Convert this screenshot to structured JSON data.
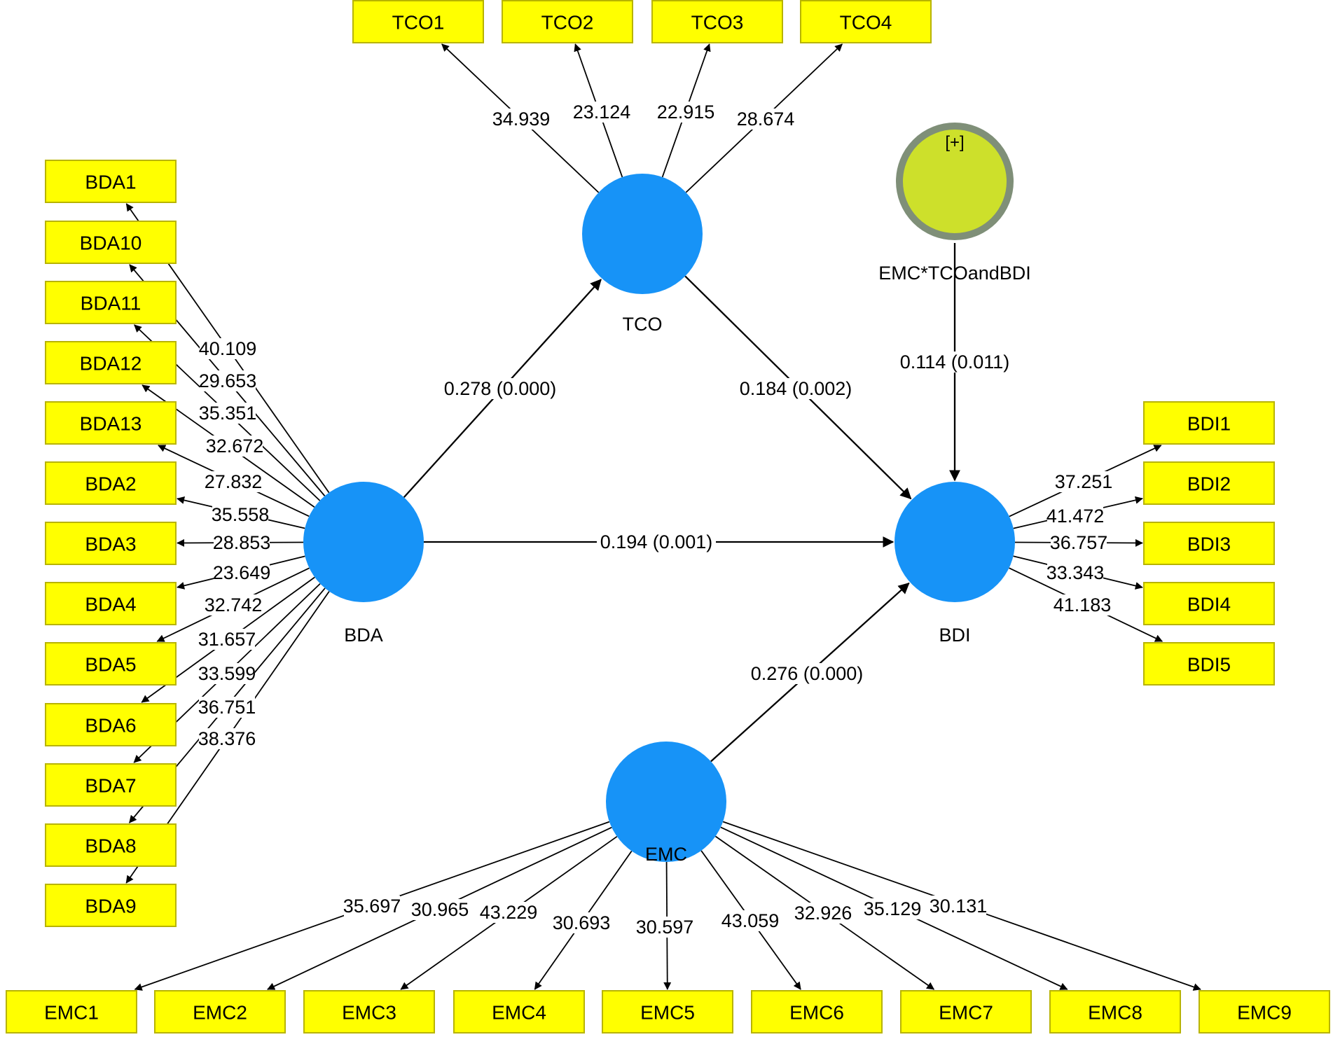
{
  "latents": {
    "TCO": {
      "name": "TCO"
    },
    "BDA": {
      "name": "BDA"
    },
    "BDI": {
      "name": "BDI"
    },
    "EMC": {
      "name": "EMC"
    }
  },
  "moderator": {
    "name": "EMC*TCOandBDI",
    "expand_label": "[+]",
    "color": "#cde02b"
  },
  "paths": [
    {
      "from": "BDA",
      "to": "TCO",
      "label": "0.278 (0.000)"
    },
    {
      "from": "TCO",
      "to": "BDI",
      "label": "0.184 (0.002)"
    },
    {
      "from": "BDA",
      "to": "BDI",
      "label": "0.194 (0.001)"
    },
    {
      "from": "EMC",
      "to": "BDI",
      "label": "0.276 (0.000)"
    },
    {
      "from": "EMC*TCOandBDI",
      "to": "BDI",
      "label": "0.114 (0.011)"
    }
  ],
  "indicators": {
    "TCO": [
      {
        "name": "TCO1",
        "loading": "34.939"
      },
      {
        "name": "TCO2",
        "loading": "23.124"
      },
      {
        "name": "TCO3",
        "loading": "22.915"
      },
      {
        "name": "TCO4",
        "loading": "28.674"
      }
    ],
    "BDA": [
      {
        "name": "BDA1",
        "loading": "40.109"
      },
      {
        "name": "BDA10",
        "loading": "29.653"
      },
      {
        "name": "BDA11",
        "loading": "35.351"
      },
      {
        "name": "BDA12",
        "loading": "32.672"
      },
      {
        "name": "BDA13",
        "loading": "27.832"
      },
      {
        "name": "BDA2",
        "loading": "35.558"
      },
      {
        "name": "BDA3",
        "loading": "28.853"
      },
      {
        "name": "BDA4",
        "loading": "23.649"
      },
      {
        "name": "BDA5",
        "loading": "32.742"
      },
      {
        "name": "BDA6",
        "loading": "31.657"
      },
      {
        "name": "BDA7",
        "loading": "33.599"
      },
      {
        "name": "BDA8",
        "loading": "36.751"
      },
      {
        "name": "BDA9",
        "loading": "38.376"
      }
    ],
    "BDI": [
      {
        "name": "BDI1",
        "loading": "37.251"
      },
      {
        "name": "BDI2",
        "loading": "41.472"
      },
      {
        "name": "BDI3",
        "loading": "36.757"
      },
      {
        "name": "BDI4",
        "loading": "33.343"
      },
      {
        "name": "BDI5",
        "loading": "41.183"
      }
    ],
    "EMC": [
      {
        "name": "EMC1",
        "loading": "35.697"
      },
      {
        "name": "EMC2",
        "loading": "30.965"
      },
      {
        "name": "EMC3",
        "loading": "43.229"
      },
      {
        "name": "EMC4",
        "loading": "30.693"
      },
      {
        "name": "EMC5",
        "loading": "30.597"
      },
      {
        "name": "EMC6",
        "loading": "43.059"
      },
      {
        "name": "EMC7",
        "loading": "32.926"
      },
      {
        "name": "EMC8",
        "loading": "35.129"
      },
      {
        "name": "EMC9",
        "loading": "30.131"
      }
    ]
  },
  "colors": {
    "latent": "#1793f7",
    "indicator": "#ffff00",
    "moderator": "#cde02b"
  }
}
